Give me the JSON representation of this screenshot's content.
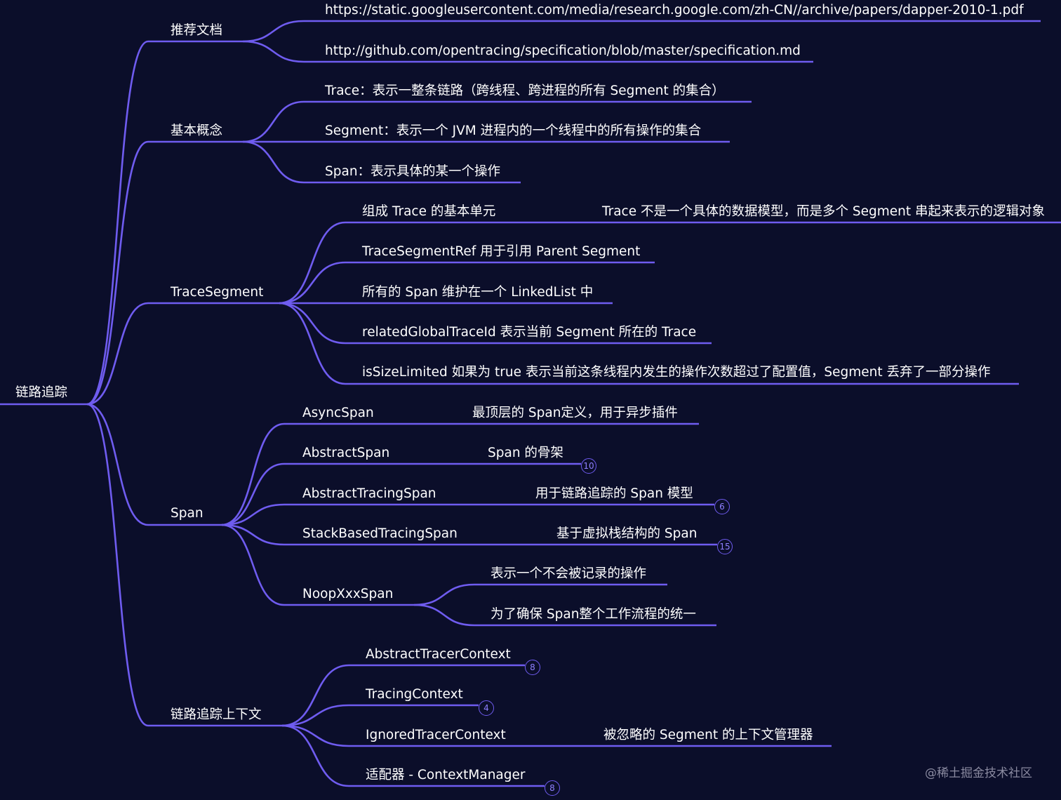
{
  "root": "链路追踪",
  "branches": [
    {
      "key": "docs",
      "label": "推荐文档",
      "children": [
        {
          "label": "https://static.googleusercontent.com/media/research.google.com/zh-CN//archive/papers/dapper-2010-1.pdf"
        },
        {
          "label": "http://github.com/opentracing/specification/blob/master/specification.md"
        }
      ]
    },
    {
      "key": "concepts",
      "label": "基本概念",
      "children": [
        {
          "label": "Trace：表示一整条链路（跨线程、跨进程的所有 Segment 的集合）"
        },
        {
          "label": "Segment：表示一个 JVM 进程内的一个线程中的所有操作的集合"
        },
        {
          "label": "Span：表示具体的某一个操作"
        }
      ]
    },
    {
      "key": "tracesegment",
      "label": "TraceSegment",
      "children": [
        {
          "label": "组成 Trace 的基本单元",
          "note": "Trace 不是一个具体的数据模型，而是多个 Segment 串起来表示的逻辑对象"
        },
        {
          "label": "TraceSegmentRef 用于引用 Parent Segment"
        },
        {
          "label": "所有的 Span 维护在一个 LinkedList 中"
        },
        {
          "label": "relatedGlobalTraceId 表示当前 Segment 所在的 Trace"
        },
        {
          "label": "isSizeLimited 如果为 true 表示当前这条线程内发生的操作次数超过了配置值，Segment 丢弃了一部分操作"
        }
      ]
    },
    {
      "key": "span",
      "label": "Span",
      "children": [
        {
          "label": "AsyncSpan",
          "note": "最顶层的 Span定义，用于异步插件"
        },
        {
          "label": "AbstractSpan",
          "note": "Span 的骨架",
          "badge": "10"
        },
        {
          "label": "AbstractTracingSpan",
          "note": "用于链路追踪的 Span 模型",
          "badge": "6"
        },
        {
          "label": "StackBasedTracingSpan",
          "note": "基于虚拟栈结构的 Span",
          "badge": "15"
        },
        {
          "label": "NoopXxxSpan",
          "children": [
            {
              "label": "表示一个不会被记录的操作"
            },
            {
              "label": "为了确保 Span整个工作流程的统一"
            }
          ]
        }
      ]
    },
    {
      "key": "context",
      "label": "链路追踪上下文",
      "children": [
        {
          "label": "AbstractTracerContext",
          "badge": "8"
        },
        {
          "label": "TracingContext",
          "badge": "4"
        },
        {
          "label": "IgnoredTracerContext",
          "note": "被忽略的 Segment 的上下文管理器"
        },
        {
          "label": "适配器 - ContextManager",
          "badge": "8"
        }
      ]
    }
  ],
  "watermark": "@稀土掘金技术社区",
  "colors": {
    "background": "#0b0e2a",
    "line": "#6f5cf0",
    "text": "#ffffff"
  }
}
